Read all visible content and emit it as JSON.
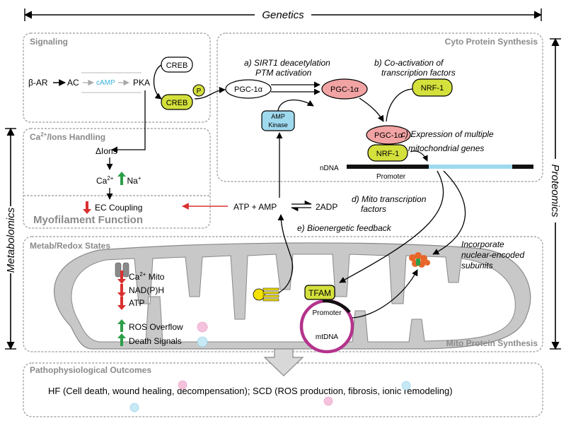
{
  "axes": {
    "top": "Genetics",
    "left": "Metabolomics",
    "right": "Proteomics"
  },
  "panels": {
    "signaling": "Signaling",
    "cyto": "Cyto Protein Synthesis",
    "ions": "Ca2+/Ions Handling",
    "ions_sup": "2+",
    "myofilament": "Myofilament Function",
    "metab": "Metab/Redox States",
    "mito_synth": "Mito Protein Synthesis",
    "outcomes": "Pathophysiological Outcomes"
  },
  "signaling": {
    "beta_ar": "β-AR",
    "ac": "AC",
    "camp": "cAMP",
    "pka": "PKA",
    "creb_top": "CREB",
    "creb_bottom": "CREB",
    "p": "P"
  },
  "ions": {
    "delta_ions": "ΔIons",
    "ca": "Ca",
    "ca_sup": "2+",
    "na": "Na",
    "na_sup": "+",
    "ec": "EC Coupling"
  },
  "energy": {
    "atp_amp": "ATP + AMP",
    "adp": "2ADP",
    "amp_kinase_1": "AMP",
    "amp_kinase_2": "Kinase"
  },
  "cyto": {
    "a_line1": "a) SIRT1 deacetylation",
    "a_line2": "PTM activation",
    "b_line1": "b) Co-activation of",
    "b_line2": "transcription factors",
    "c_line1": "c) Expression of multiple",
    "c_line2": "mitochondrial genes",
    "pgc1": "PGC-1α",
    "pgc2": "PGC-1α",
    "pgc3": "PGC-1α",
    "nrf_top": "NRF-1",
    "nrf_bottom": "NRF-1",
    "ndna": "nDNA",
    "promoter": "Promoter"
  },
  "mito": {
    "d_line1": "d) Mito transcription",
    "d_line2": "factors",
    "e_label": "e) Bioenergetic feedback",
    "incorp_1": "Incorporate",
    "incorp_2": "nuclear-encoded",
    "incorp_3": "subunits",
    "tfam": "TFAM",
    "promoter": "Promoter",
    "mtdna": "mtDNA",
    "ca_mito": "Ca",
    "ca_mito_sup": "2+",
    "ca_mito_rest": " Mito",
    "nadph": "NAD(P)H",
    "atp": "ATP",
    "ros": "ROS Overflow",
    "death": "Death Signals"
  },
  "outcomes": {
    "text": "HF (Cell death, wound healing, decompensation); SCD (ROS production, fibrosis, ionic remodeling)"
  },
  "colors": {
    "pink": "#f2a3a3",
    "yellow_green": "#d4e03c",
    "light_blue": "#9fd9ee",
    "magenta": "#b3338c",
    "cyan": "#38b3d9",
    "green": "#2d9f48",
    "red": "#d93030",
    "panel_gray": "#c8c8c8",
    "orange": "#e8662a"
  }
}
